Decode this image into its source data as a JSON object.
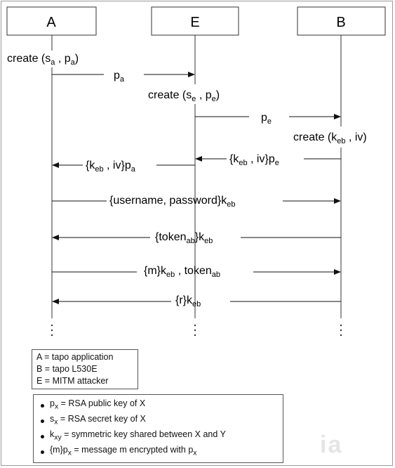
{
  "participants": [
    {
      "id": "A",
      "label": "A"
    },
    {
      "id": "E",
      "label": "E"
    },
    {
      "id": "B",
      "label": "B"
    }
  ],
  "notes": {
    "create_a": {
      "prefix": "create (s",
      "sub1": "a",
      "mid": " , p",
      "sub2": "a",
      "suffix": ")"
    },
    "create_e": {
      "prefix": "create (s",
      "sub1": "e",
      "mid": " , p",
      "sub2": "e",
      "suffix": ")"
    },
    "create_b": {
      "prefix": "create (k",
      "sub1": "eb",
      "mid": " , iv)"
    }
  },
  "messages": {
    "m1": {
      "base": "p",
      "sub": "a"
    },
    "m2": {
      "base": "p",
      "sub": "e"
    },
    "m3": {
      "t1": "{k",
      "s1": "eb",
      "t2": " , iv}p",
      "s2": "e"
    },
    "m4": {
      "t1": "{k",
      "s1": "eb",
      "t2": " , iv}p",
      "s2": "a"
    },
    "m5": {
      "t1": "{username, password}k",
      "s1": "eb"
    },
    "m6": {
      "t1": "{token",
      "s1": "ab",
      "t2": "}k",
      "s2": "eb"
    },
    "m7": {
      "t1": "{m}k",
      "s1": "eb",
      "t2": " , token",
      "s2": "ab"
    },
    "m8": {
      "t1": "{r}k",
      "s1": "eb"
    }
  },
  "legend_participants": [
    "A = tapo application",
    "B = tapo L530E",
    "E = MITM attacker"
  ],
  "legend_keys": {
    "px": {
      "t1": "p",
      "s1": "x",
      "t2": " = RSA public key of X"
    },
    "sx": {
      "t1": "s",
      "s1": "x",
      "t2": " = RSA secret key of X"
    },
    "kxy": {
      "t1": "k",
      "s1": "xy",
      "t2": " = symmetric key shared between X and Y"
    },
    "mpx": {
      "t1": "{m}p",
      "s1": "x",
      "t2": " = message m encrypted with p",
      "s2": "x"
    }
  },
  "watermark": "ia"
}
